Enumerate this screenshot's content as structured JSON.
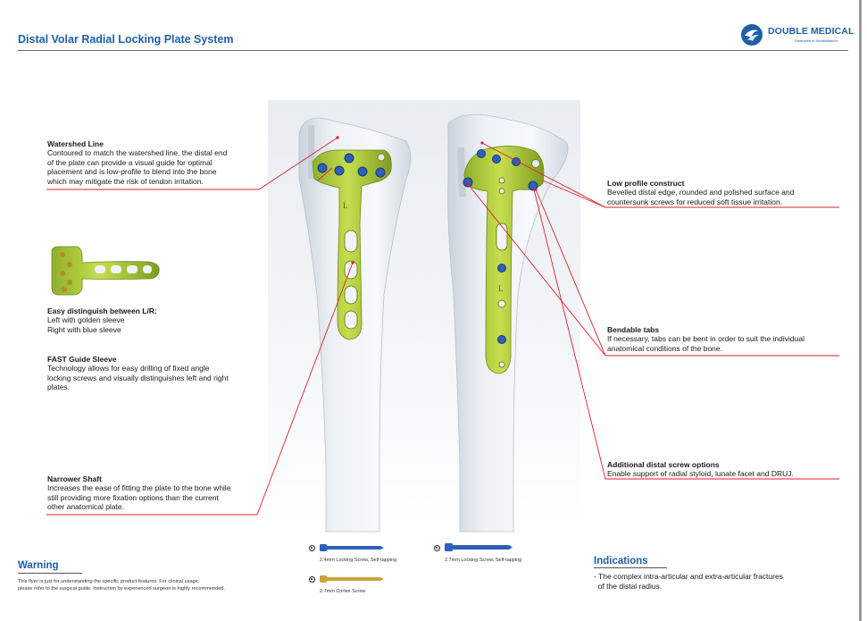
{
  "header": {
    "title": "Distal Volar Radial Locking Plate System"
  },
  "logo": {
    "name": "DOUBLE MEDICAL",
    "tagline": "Dedicated to Rehabilitation",
    "icon": "double-medical-logo-mark"
  },
  "callouts": {
    "watershed": {
      "title": "Watershed Line",
      "lines": [
        "Contoured to match the watershed line, the distal end",
        "of the plate can provide a visual guide for optimal",
        "placement and is low-profile to blend into the bone",
        "which may mitigate the risk of tendon irritation."
      ]
    },
    "distinguish": {
      "title": "Easy distinguish between L/R:",
      "lines": [
        "Left with golden sleeve",
        "Right with blue sleeve"
      ]
    },
    "fast": {
      "title": "FAST Guide Sleeve",
      "lines": [
        "Technology allows for easy drilling of fixed angle",
        "locking screws and visually distinguishes left and right",
        "plates."
      ]
    },
    "narrower": {
      "title": "Narrower Shaft",
      "lines": [
        "Increases the ease of fitting the plate to the bone while",
        "still providing more fixation options than the current",
        "other anatomical plate."
      ]
    },
    "low_profile": {
      "title": "Low profile construct",
      "lines": [
        "Bevelled distal edge, rounded and polished surface and",
        "countersunk screws for reduced soft tissue irritation."
      ]
    },
    "bendable": {
      "title": "Bendable tabs",
      "lines": [
        "If necessary, tabs can be bent in order to suit the individual",
        "anatomical conditions of the bone."
      ]
    },
    "additional": {
      "title": "Additional distal screw options",
      "lines": [
        "Enable support of radial styloid, lunate facet and DRUJ."
      ]
    }
  },
  "plate_marking": {
    "side": "L"
  },
  "screws": [
    {
      "label": "2.4mm Locking Screw, Self-tapping",
      "color": "#2f5fb8"
    },
    {
      "label": "2.7mm Locking Screw, Self-tapping",
      "color": "#2f5fb8"
    },
    {
      "label": "2.7mm Cortex Screw",
      "color": "#c9a43a"
    }
  ],
  "warning": {
    "title": "Warning",
    "lines": [
      "This flyer is just for understanding the specific product features. For clinical usage,",
      "please refer to the surgical guide. Instruction by experienced surgeon is highly recommended."
    ]
  },
  "indications": {
    "title": "Indications",
    "lines": [
      "- The complex intra-articular and extra-articular fractures",
      "  of the distal radius."
    ]
  },
  "colors": {
    "brand_blue": "#1f5fa8",
    "leader_red": "#e0202a",
    "plate_green": "#a8c83a",
    "bone": "#eef2f6",
    "screw_blue": "#2f5fb8"
  }
}
